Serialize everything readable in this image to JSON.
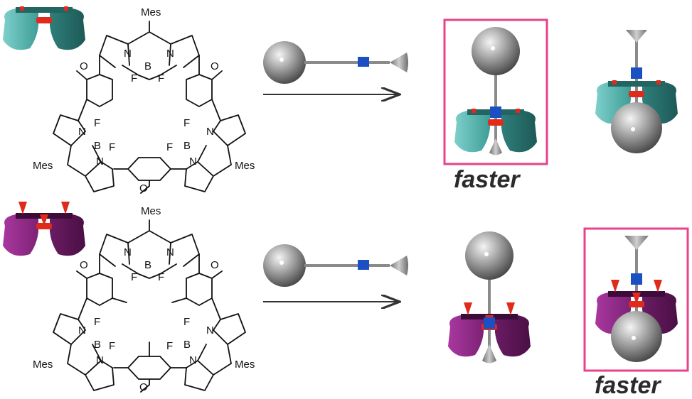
{
  "colors": {
    "teal": "#4fb6b0",
    "teal_dark": "#2f7f7b",
    "purple": "#8e2a86",
    "purple_dark": "#5c1656",
    "red": "#e02a1c",
    "blue": "#1b4fc4",
    "grey": "#9c9c9c",
    "highlight": "#e8428a"
  },
  "icons": [
    "macrocycle-teal-icon",
    "macrocycle-purple-icon",
    "ball-axle-icon",
    "rotaxane-icon",
    "reaction-arrow-icon"
  ],
  "molecule_top": {
    "labels": {
      "mes_top": "Mes",
      "n1": "N",
      "n2": "N",
      "b_center": "B",
      "f1": "F",
      "f2": "F",
      "ome_l": "O",
      "ome_r": "O",
      "n_l1": "N",
      "b_l": "B",
      "f_l1": "F",
      "f_l2": "F",
      "n_l2": "N",
      "mes_l": "Mes",
      "n_r1": "N",
      "b_r": "B",
      "f_r1": "F",
      "f_r2": "F",
      "n_r2": "N",
      "mes_r": "Mes",
      "ome_b": "O"
    }
  },
  "molecule_bottom": {
    "labels": {
      "mes_top": "Mes",
      "n1": "N",
      "n2": "N",
      "b_center": "B",
      "f1": "F",
      "f2": "F",
      "ome_l": "O",
      "ome_r": "O",
      "n_l1": "N",
      "b_l": "B",
      "f_l1": "F",
      "f_l2": "F",
      "n_l2": "N",
      "mes_l": "Mes",
      "n_r1": "N",
      "b_r": "B",
      "f_r1": "F",
      "f_r2": "F",
      "n_r2": "N",
      "mes_r": "Mes",
      "ome_b": "O"
    }
  },
  "results": {
    "top_label": "faster",
    "bottom_label": "faster"
  }
}
